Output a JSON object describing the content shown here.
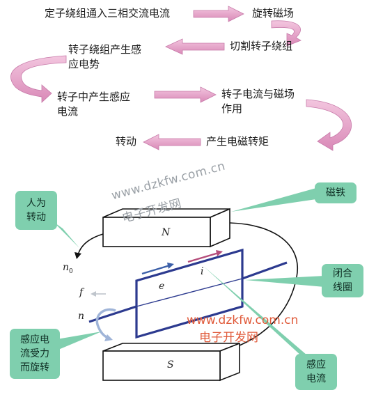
{
  "flow": {
    "stator_ac": "定子绕组通入三相交流电流",
    "rotating_field": "旋转磁场",
    "cut_rotor_winding": "切割转子绕组",
    "induced_emf": "转子绕组产生感\n应电势",
    "induced_current": "转子中产生感应\n电流",
    "current_field_interaction": "转子电流与磁场\n作用",
    "em_torque": "产生电磁转矩",
    "rotation": "转动"
  },
  "callouts": {
    "human_rotation": "人为\n转动",
    "magnet": "磁铁",
    "closed_coil": "闭合\n线圈",
    "force_rotation": "感应电\n流受力\n而旋转",
    "induced_current": "感应\n电流"
  },
  "labels": {
    "n_pole": "N",
    "s_pole": "S",
    "n0": "n",
    "n0_sub": "0",
    "f": "f",
    "n": "n",
    "e": "e",
    "i": "i"
  },
  "watermarks": {
    "url": "www.dzkfw.com.cn",
    "name": "电子开发网"
  },
  "colors": {
    "arrow_pink": "#e59ac4",
    "callout_green": "#7fcfae",
    "coil_blue": "#2c3a8f"
  }
}
